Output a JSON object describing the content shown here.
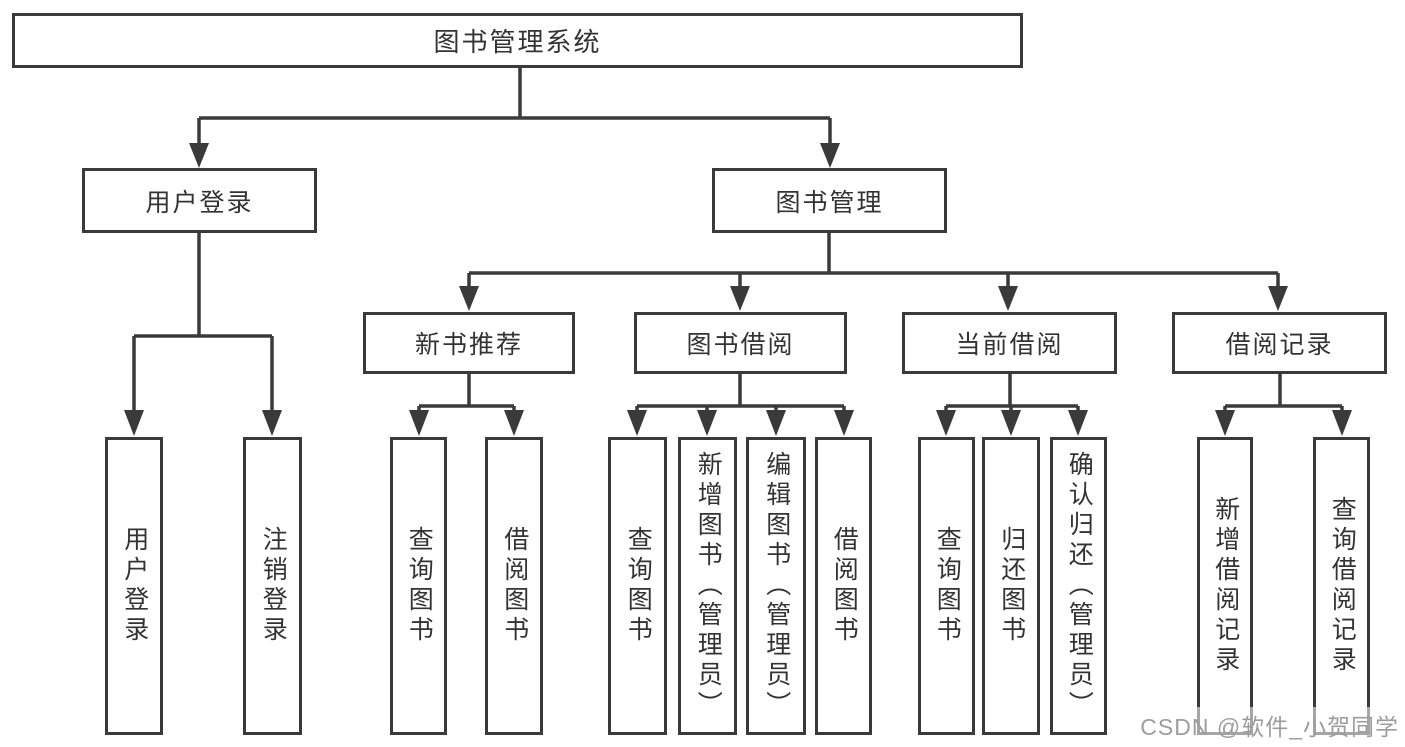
{
  "diagram": {
    "title": "图书管理系统",
    "level2": [
      {
        "label": "用户登录"
      },
      {
        "label": "图书管理"
      }
    ],
    "level3": [
      {
        "label": "新书推荐"
      },
      {
        "label": "图书借阅"
      },
      {
        "label": "当前借阅"
      },
      {
        "label": "借阅记录"
      }
    ],
    "leaves": [
      {
        "label": "用户登录"
      },
      {
        "label": "注销登录"
      },
      {
        "label": "查询图书"
      },
      {
        "label": "借阅图书"
      },
      {
        "label": "查询图书"
      },
      {
        "label": "新增图书（管理员）"
      },
      {
        "label": "编辑图书（管理员）"
      },
      {
        "label": "借阅图书"
      },
      {
        "label": "查询图书"
      },
      {
        "label": "归还图书"
      },
      {
        "label": "确认归还（管理员）"
      },
      {
        "label": "新增借阅记录"
      },
      {
        "label": "查询借阅记录"
      }
    ],
    "colors": {
      "line": "#3a3a3a",
      "text": "#333333",
      "watermark": "#9d9d9d"
    },
    "watermark": "CSDN @软件_小贺同学"
  }
}
